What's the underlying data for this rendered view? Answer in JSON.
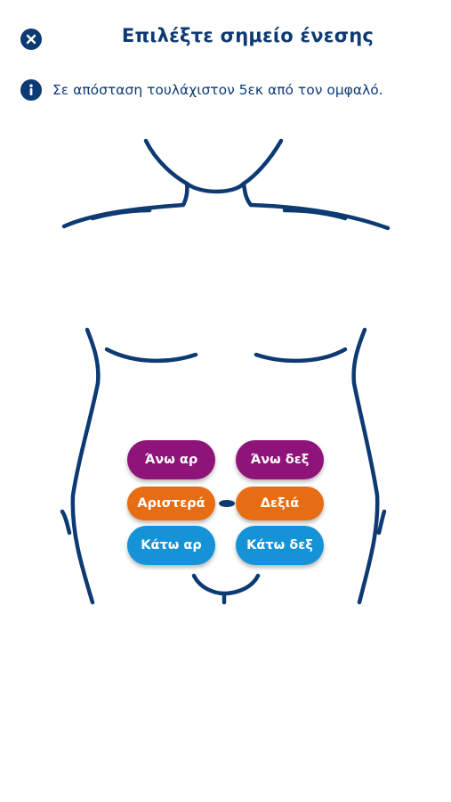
{
  "header": {
    "title": "Επιλέξτε σημείο ένεσης",
    "close_icon": "close-icon"
  },
  "info": {
    "icon": "info-icon",
    "text": "Σε απόσταση τουλάχιστον 5εκ από τον ομφαλό."
  },
  "sites": {
    "upper_left": "Άνω αρ",
    "upper_right": "Άνω δεξ",
    "left": "Αριστερά",
    "right": "Δεξιά",
    "lower_left": "Κάτω αρ",
    "lower_right": "Κάτω δεξ"
  },
  "colors": {
    "primary": "#0d3a73",
    "upper": "#8e1479",
    "middle": "#e76d14",
    "lower": "#1593d6"
  }
}
